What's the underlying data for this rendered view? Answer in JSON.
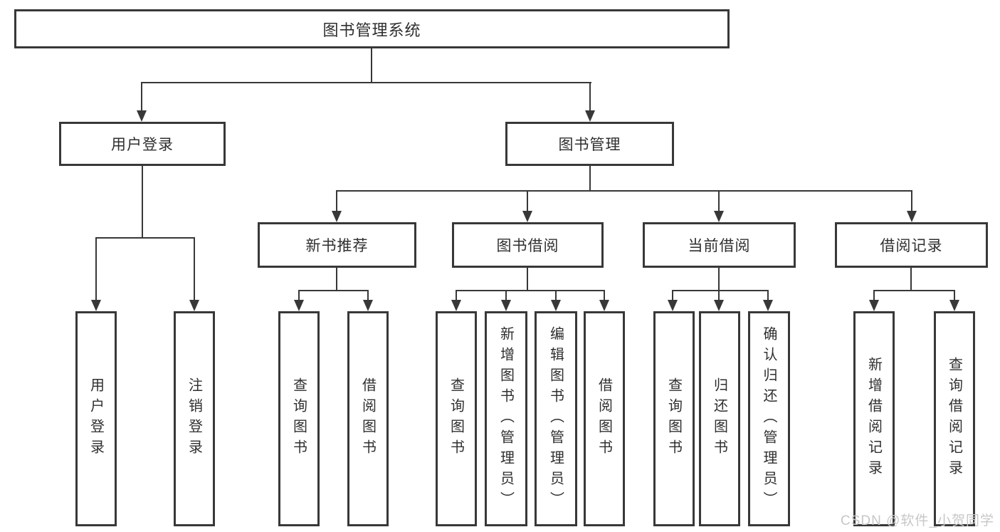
{
  "tree": {
    "root": {
      "label": "图书管理系统"
    },
    "branches": [
      {
        "label": "用户登录",
        "children": [
          {
            "label": "用户登录"
          },
          {
            "label": "注销登录"
          }
        ]
      },
      {
        "label": "图书管理",
        "children": [
          {
            "label": "新书推荐",
            "children": [
              {
                "label": "查询图书"
              },
              {
                "label": "借阅图书"
              }
            ]
          },
          {
            "label": "图书借阅",
            "children": [
              {
                "label": "查询图书"
              },
              {
                "label": "新增图书（管理员）"
              },
              {
                "label": "编辑图书（管理员）"
              },
              {
                "label": "借阅图书"
              }
            ]
          },
          {
            "label": "当前借阅",
            "children": [
              {
                "label": "查询图书"
              },
              {
                "label": "归还图书"
              },
              {
                "label": "确认归还（管理员）"
              }
            ]
          },
          {
            "label": "借阅记录",
            "children": [
              {
                "label": "新增借阅记录"
              },
              {
                "label": "查询借阅记录"
              }
            ]
          }
        ]
      }
    ]
  },
  "watermark": {
    "text": "CSDN @软件_小贺同学"
  },
  "colors": {
    "line": "#383838",
    "text": "#2f2f2f",
    "background": "#ffffff",
    "watermark": "#c7c7c7"
  }
}
